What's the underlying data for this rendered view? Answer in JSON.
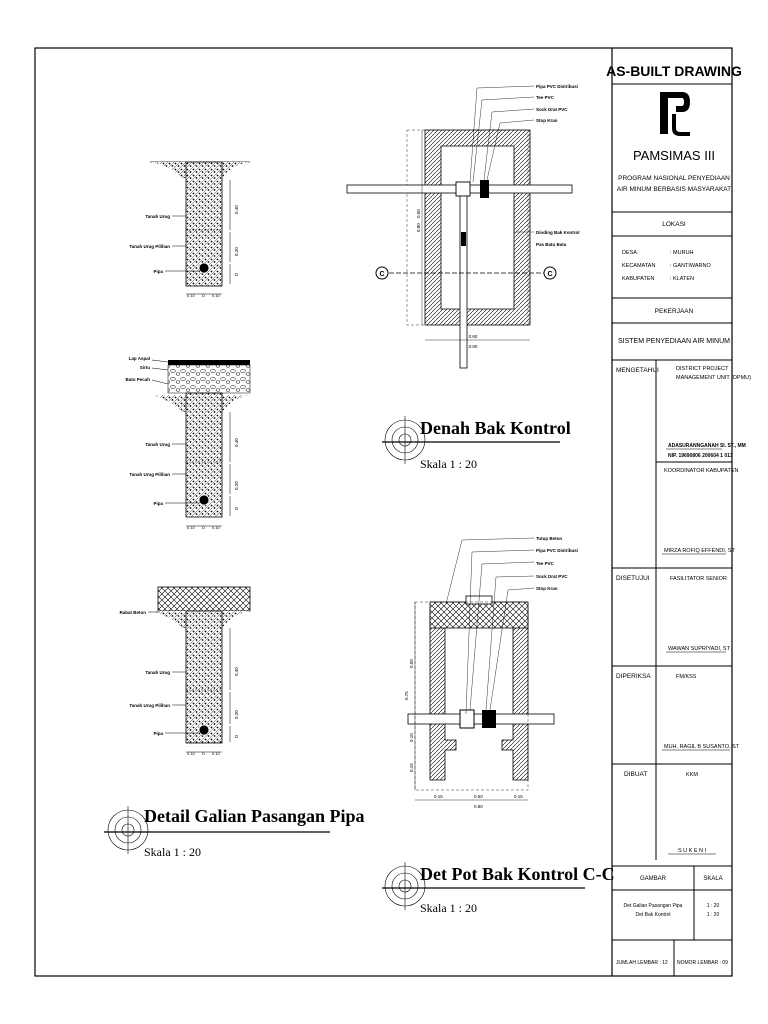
{
  "title_block": {
    "header": "AS-BUILT DRAWING",
    "org": "PAMSIMAS III",
    "program_line1": "PROGRAM NASIONAL PENYEDIAAN",
    "program_line2": "AIR MINUM BERBASIS MASYARAKAT",
    "lokasi_label": "LOKASI",
    "desa_label": "DESA",
    "desa_value": ": MURUH",
    "kecamatan_label": "KECAMATAN",
    "kecamatan_value": ": GANTIWARNO",
    "kabupaten_label": "KABUPATEN",
    "kabupaten_value": ": KLATEN",
    "pekerjaan_label": "PEKERJAAN",
    "pekerjaan_value": "SISTEM PENYEDIAAN AIR MINUM",
    "mengetahui_label": "MENGETAHUI",
    "dpmu_line1": "DISTRICT PROJECT",
    "dpmu_line2": "MANAGEMENT UNIT (DPMU)",
    "dpmu_name": "ADASURANNGANAH SI. ST., MM",
    "dpmu_nip": "NIP. 19690806 200604 1 013",
    "koordinator_label": "KOORDINATOR KABUPATEN",
    "koordinator_name": "MIRZA ROFIQ EFFENDI, ST",
    "disetujui_label": "DISETUJUI",
    "fasilitator_label": "FASILITATOR SENIOR",
    "fasilitator_name": "WAWAN SUPRIYADI, ST",
    "diperiksa_label": "DIPERIKSA",
    "fm_label": "FM/KSS",
    "fm_name": "MUH. RAGIL B SUSANTO, ST",
    "dibuat_label": "DIBUAT",
    "kkm_label": "KKM",
    "kkm_name": "S U K E N I",
    "gambar_label": "GAMBAR",
    "skala_label": "SKALA",
    "gambar_1": "Det Galian Pasangan Pipa",
    "gambar_2": "Det Bak Kontrol",
    "skala_1": "1 : 20",
    "skala_2": "1 : 20",
    "jumlah_lembar": "JUMLAH LEMBAR : 12",
    "nomor_lembar": "NOMOR LEMBAR : 09"
  },
  "drawings": {
    "detail_galian_title": "Detail Galian Pasangan Pipa",
    "detail_galian_scale": "Skala  1 : 20",
    "denah_title": "Denah Bak Kontrol",
    "denah_scale": "Skala  1 : 20",
    "det_pot_title": "Det Pot Bak Kontrol C-C",
    "det_pot_scale": "Skala  1 : 20"
  },
  "labels": {
    "tanah_urug": "Tanah Urug",
    "tanah_urug_pilihan": "Tanah Urug Pilihan",
    "pipa": "Pipa",
    "lap_aspal": "Lap Aspal",
    "sirtu": "Sirtu",
    "batu_pecah": "Batu Pecah",
    "rabat_beton": "Rabat Beton",
    "pipa_pvc_distribusi": "Pipa PVC Distribusi",
    "tee_pvc": "Tee PVC",
    "sock_drat_pvc": "Sock Drat PVC",
    "stop_kran": "Stop Kran",
    "dinding_bak_kontrol": "Dinding Bak Kontrol",
    "pas_batu_bata": "Pas Batu Bata",
    "tutup_beton": "Tutup Beton",
    "section_mark": "C"
  },
  "dims": {
    "d040": "0.40",
    "d020": "0.20",
    "dD": "D",
    "d010": "0.10",
    "d060": "0.60",
    "d080": "0.80",
    "d050": "0.50",
    "d075": "0.75",
    "d015": "0.15"
  }
}
